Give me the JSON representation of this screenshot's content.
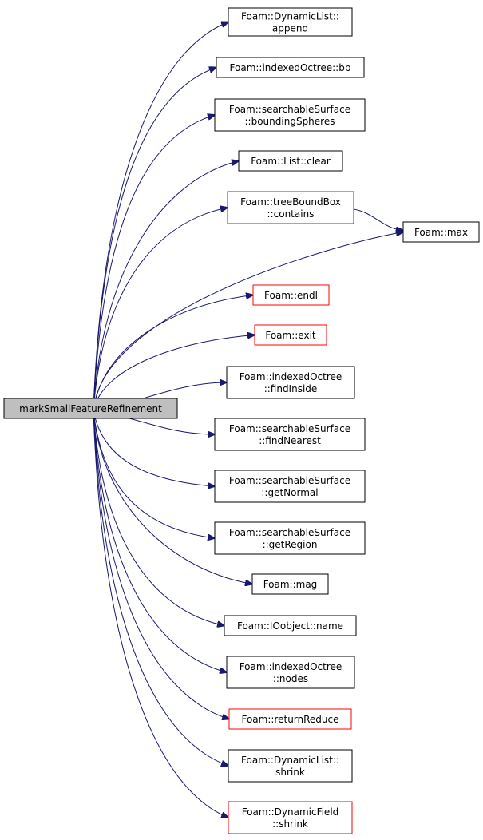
{
  "colors": {
    "edge": "#191970",
    "normal_border": "#000000",
    "highlight_border": "#ff0000",
    "root_fill": "#bfbfbf",
    "node_fill": "#ffffff"
  },
  "root": {
    "id": "root",
    "lines": [
      "markSmallFeatureRefinement"
    ]
  },
  "nodes": [
    {
      "id": "append",
      "lines": [
        "Foam::DynamicList::",
        "append"
      ],
      "border": "normal"
    },
    {
      "id": "bb",
      "lines": [
        "Foam::indexedOctree::bb"
      ],
      "border": "normal"
    },
    {
      "id": "boundingSpheres",
      "lines": [
        "Foam::searchableSurface",
        "::boundingSpheres"
      ],
      "border": "normal"
    },
    {
      "id": "clear",
      "lines": [
        "Foam::List::clear"
      ],
      "border": "normal"
    },
    {
      "id": "contains",
      "lines": [
        "Foam::treeBoundBox",
        "::contains"
      ],
      "border": "highlight"
    },
    {
      "id": "max",
      "lines": [
        "Foam::max"
      ],
      "border": "normal"
    },
    {
      "id": "endl",
      "lines": [
        "Foam::endl"
      ],
      "border": "highlight"
    },
    {
      "id": "exit",
      "lines": [
        "Foam::exit"
      ],
      "border": "highlight"
    },
    {
      "id": "findInside",
      "lines": [
        "Foam::indexedOctree",
        "::findInside"
      ],
      "border": "normal"
    },
    {
      "id": "findNearest",
      "lines": [
        "Foam::searchableSurface",
        "::findNearest"
      ],
      "border": "normal"
    },
    {
      "id": "getNormal",
      "lines": [
        "Foam::searchableSurface",
        "::getNormal"
      ],
      "border": "normal"
    },
    {
      "id": "getRegion",
      "lines": [
        "Foam::searchableSurface",
        "::getRegion"
      ],
      "border": "normal"
    },
    {
      "id": "mag",
      "lines": [
        "Foam::mag"
      ],
      "border": "normal"
    },
    {
      "id": "name",
      "lines": [
        "Foam::IOobject::name"
      ],
      "border": "normal"
    },
    {
      "id": "nodes",
      "lines": [
        "Foam::indexedOctree",
        "::nodes"
      ],
      "border": "normal"
    },
    {
      "id": "returnReduce",
      "lines": [
        "Foam::returnReduce"
      ],
      "border": "highlight"
    },
    {
      "id": "shrinkList",
      "lines": [
        "Foam::DynamicList::",
        "shrink"
      ],
      "border": "normal"
    },
    {
      "id": "shrinkField",
      "lines": [
        "Foam::DynamicField",
        "::shrink"
      ],
      "border": "highlight"
    }
  ],
  "edges": [
    {
      "from": "root",
      "to": "append"
    },
    {
      "from": "root",
      "to": "bb"
    },
    {
      "from": "root",
      "to": "boundingSpheres"
    },
    {
      "from": "root",
      "to": "clear"
    },
    {
      "from": "root",
      "to": "contains"
    },
    {
      "from": "root",
      "to": "max"
    },
    {
      "from": "contains",
      "to": "max"
    },
    {
      "from": "root",
      "to": "endl"
    },
    {
      "from": "root",
      "to": "exit"
    },
    {
      "from": "root",
      "to": "findInside"
    },
    {
      "from": "root",
      "to": "findNearest"
    },
    {
      "from": "root",
      "to": "getNormal"
    },
    {
      "from": "root",
      "to": "getRegion"
    },
    {
      "from": "root",
      "to": "mag"
    },
    {
      "from": "root",
      "to": "name"
    },
    {
      "from": "root",
      "to": "nodes"
    },
    {
      "from": "root",
      "to": "returnReduce"
    },
    {
      "from": "root",
      "to": "shrinkList"
    },
    {
      "from": "root",
      "to": "shrinkField"
    }
  ]
}
